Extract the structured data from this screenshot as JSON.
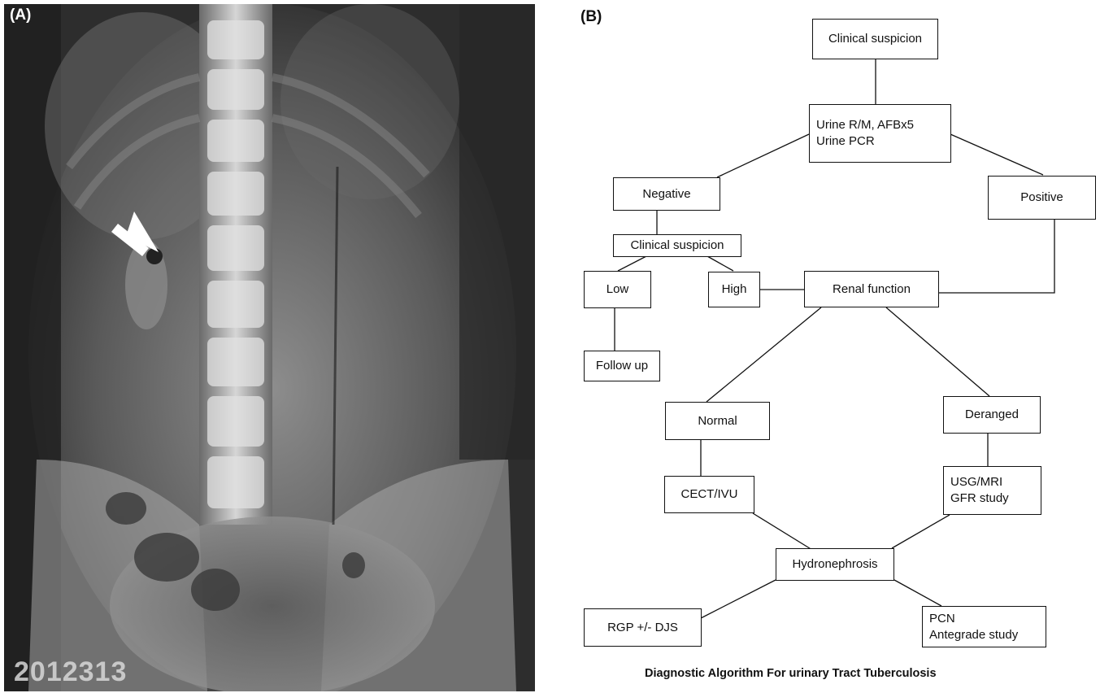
{
  "panels": {
    "a_label": "(A)",
    "b_label": "(B)"
  },
  "xray": {
    "stamp_text": "2012313",
    "annotations": [
      "white-arrow"
    ]
  },
  "flowchart": {
    "nodes": {
      "clinical_suspicion_top": "Clinical suspicion",
      "urine_tests": "Urine R/M, AFBx5\nUrine PCR",
      "negative": "Negative",
      "positive": "Positive",
      "clinical_suspicion_mid": "Clinical suspicion",
      "low": "Low",
      "high": "High",
      "renal_function": "Renal function",
      "follow_up": "Follow up",
      "normal": "Normal",
      "deranged": "Deranged",
      "cect_ivu": "CECT/IVU",
      "usg_mri": "USG/MRI\nGFR study",
      "hydronephrosis": "Hydronephrosis",
      "rgp_djs": "RGP +/- DJS",
      "pcn": "PCN\nAntegrade study"
    },
    "caption": "Diagnostic Algorithm For urinary Tract Tuberculosis"
  },
  "colors": {
    "line": "#111111",
    "xray_dark": "#2a2a2a",
    "xray_bone": "#c8c8c8"
  }
}
